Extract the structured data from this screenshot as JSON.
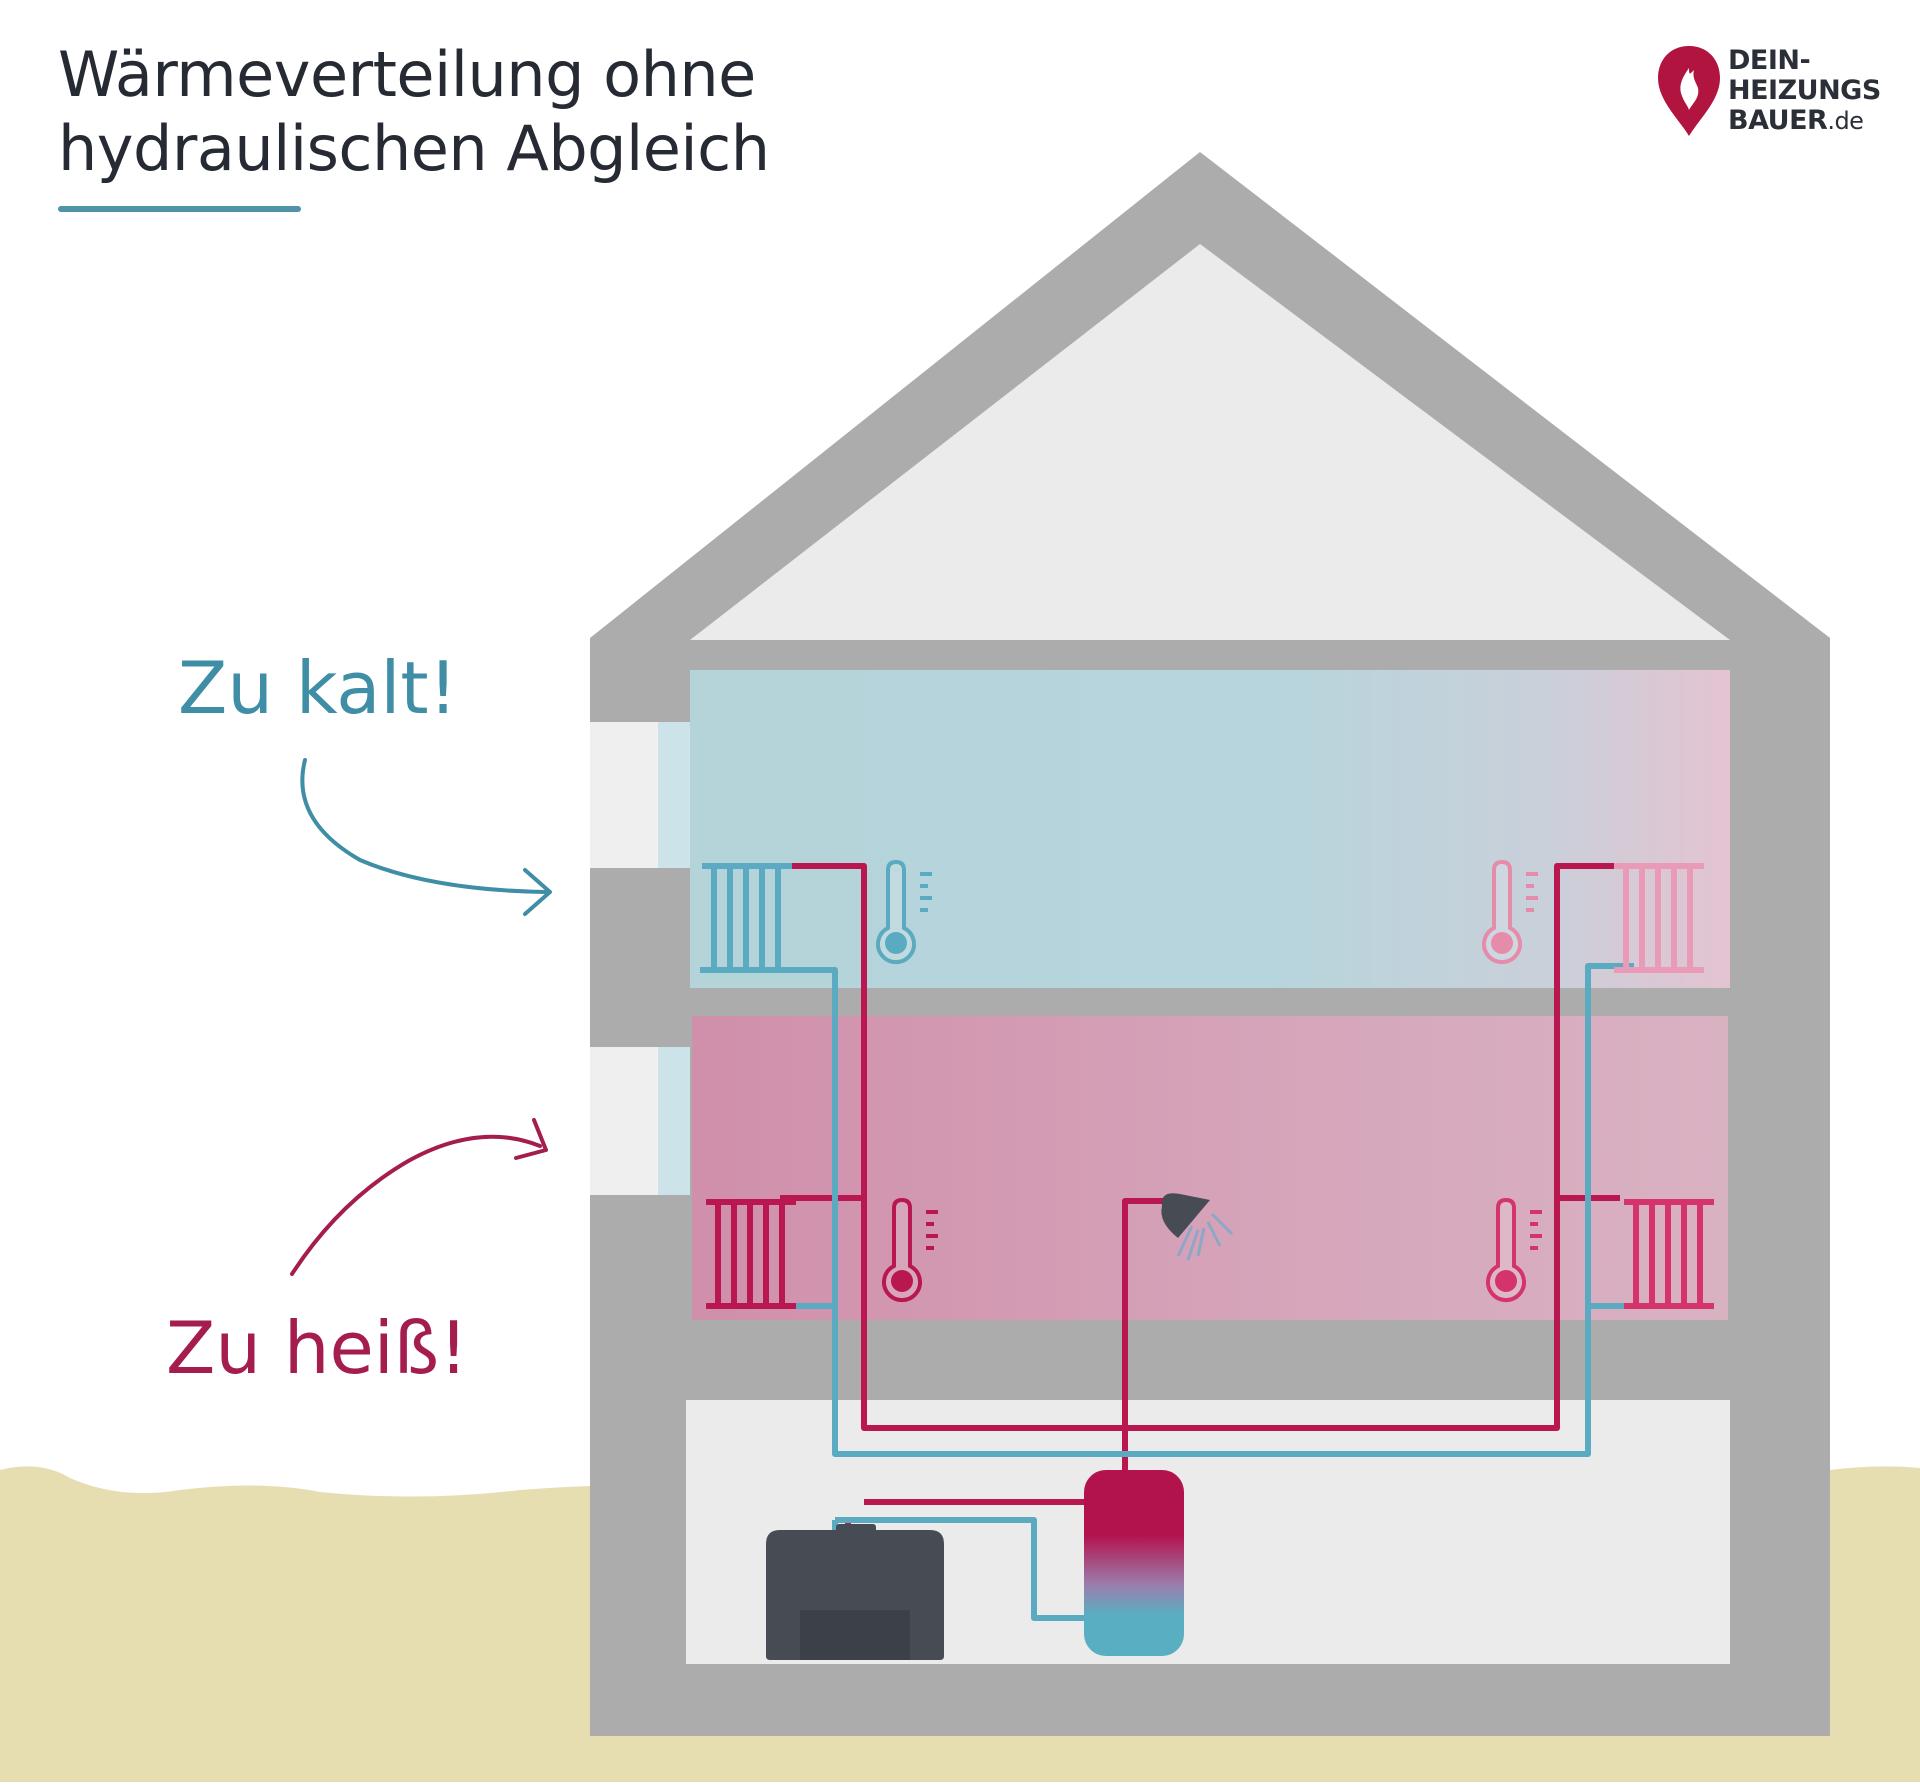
{
  "title": {
    "line1": "Wärmeverteilung ohne",
    "line2": "hydraulischen Abgleich"
  },
  "labels": {
    "cold": "Zu kalt!",
    "hot": "Zu heiß!"
  },
  "logo": {
    "line1": "DEIN-",
    "line2": "HEIZUNGS",
    "line3_main": "BAUER",
    "line3_tld": ".de"
  },
  "colors": {
    "accent_blue": "#4f93a9",
    "cold_blue": "#3f8ea6",
    "hot_red": "#a51d4f",
    "pipe_red": "#b8174f",
    "pipe_blue": "#5aaac2",
    "wall_grey": "#acacac",
    "ground": "#e6ddb1",
    "boiler": "#464b54",
    "brand": "#b0143f"
  },
  "icons": [
    "flame-pin-icon",
    "radiator-icon",
    "thermometer-icon",
    "shower-head-icon",
    "boiler-icon",
    "hot-water-tank-icon",
    "arrow-icon"
  ]
}
